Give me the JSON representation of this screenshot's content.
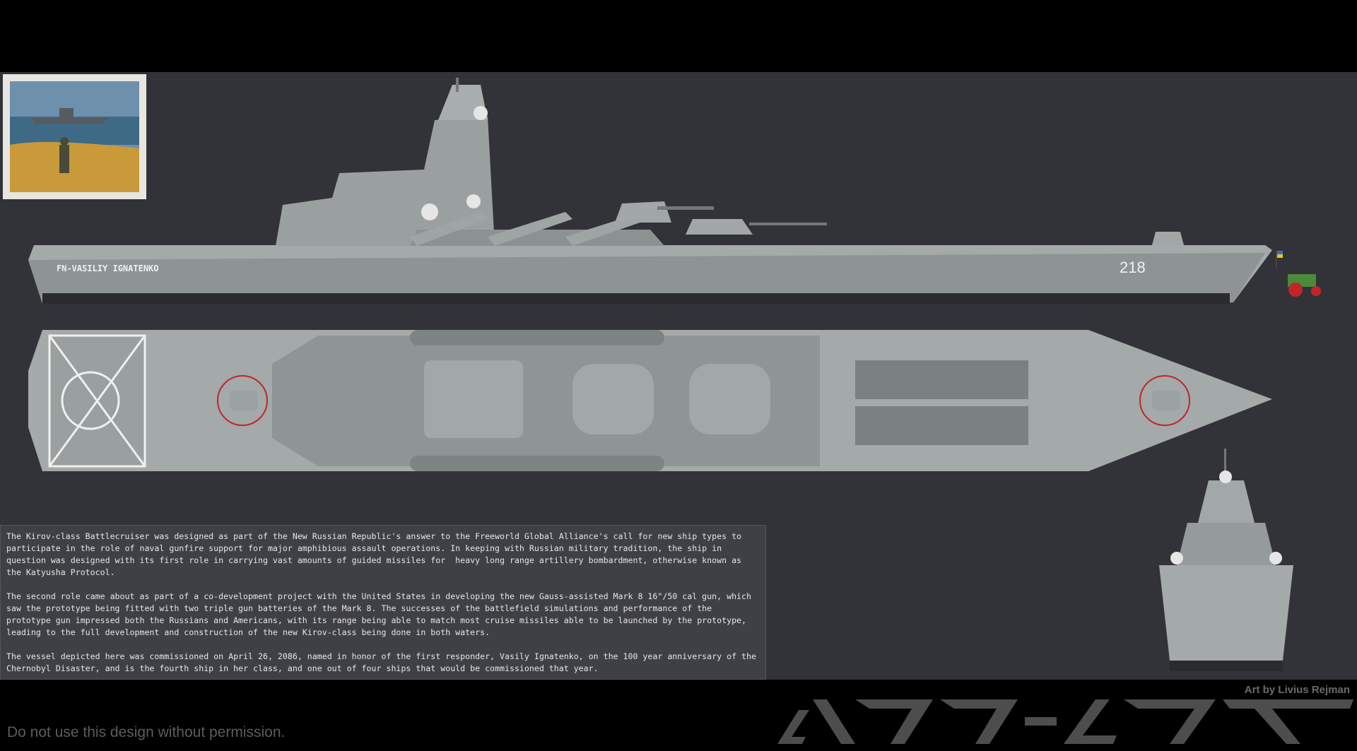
{
  "artwork": {
    "hull_name": "FN-VASILIY IGNATENKO",
    "hull_number": "218",
    "colors": {
      "background": "#323338",
      "hull": "#a4a9a9",
      "deck": "#8d9292",
      "text_panel": "#3f4045",
      "target_ring": "#c0262b"
    }
  },
  "description": {
    "paragraphs": [
      "The Kirov-class Battlecruiser was designed as part of the New Russian Republic's answer to the Freeworld Global Alliance's call for new ship types to participate in the role of naval gunfire support for major amphibious assault operations. In keeping with Russian military tradition, the ship in question was designed with its first role in carrying vast amounts of guided missiles for  heavy long range artillery bombardment, otherwise known as the Katyusha Protocol.",
      "The second role came about as part of a co-development project with the United States in developing the new Gauss-assisted Mark 8 16\"/50 cal gun, which saw the prototype being fitted with two triple gun batteries of the Mark 8. The successes of the battlefield simulations and performance of the prototype gun impressed both the Russians and Americans, with its range being able to match most cruise missiles able to be launched by the prototype, leading to the full development and construction of the new Kirov-class being done in both waters.",
      "The vessel depicted here was commissioned on April 26, 2086, named in honor of the first responder, Vasily Ignatenko, on the 100 year anniversary of the Chernobyl Disaster, and is the fourth ship in her class, and one out of four ships that would be commissioned that year."
    ]
  },
  "footer": {
    "warning": "Do not use this design without permission.",
    "credit": "Art by Livius Rejman",
    "logo_text": "NAVAL-CORE"
  }
}
